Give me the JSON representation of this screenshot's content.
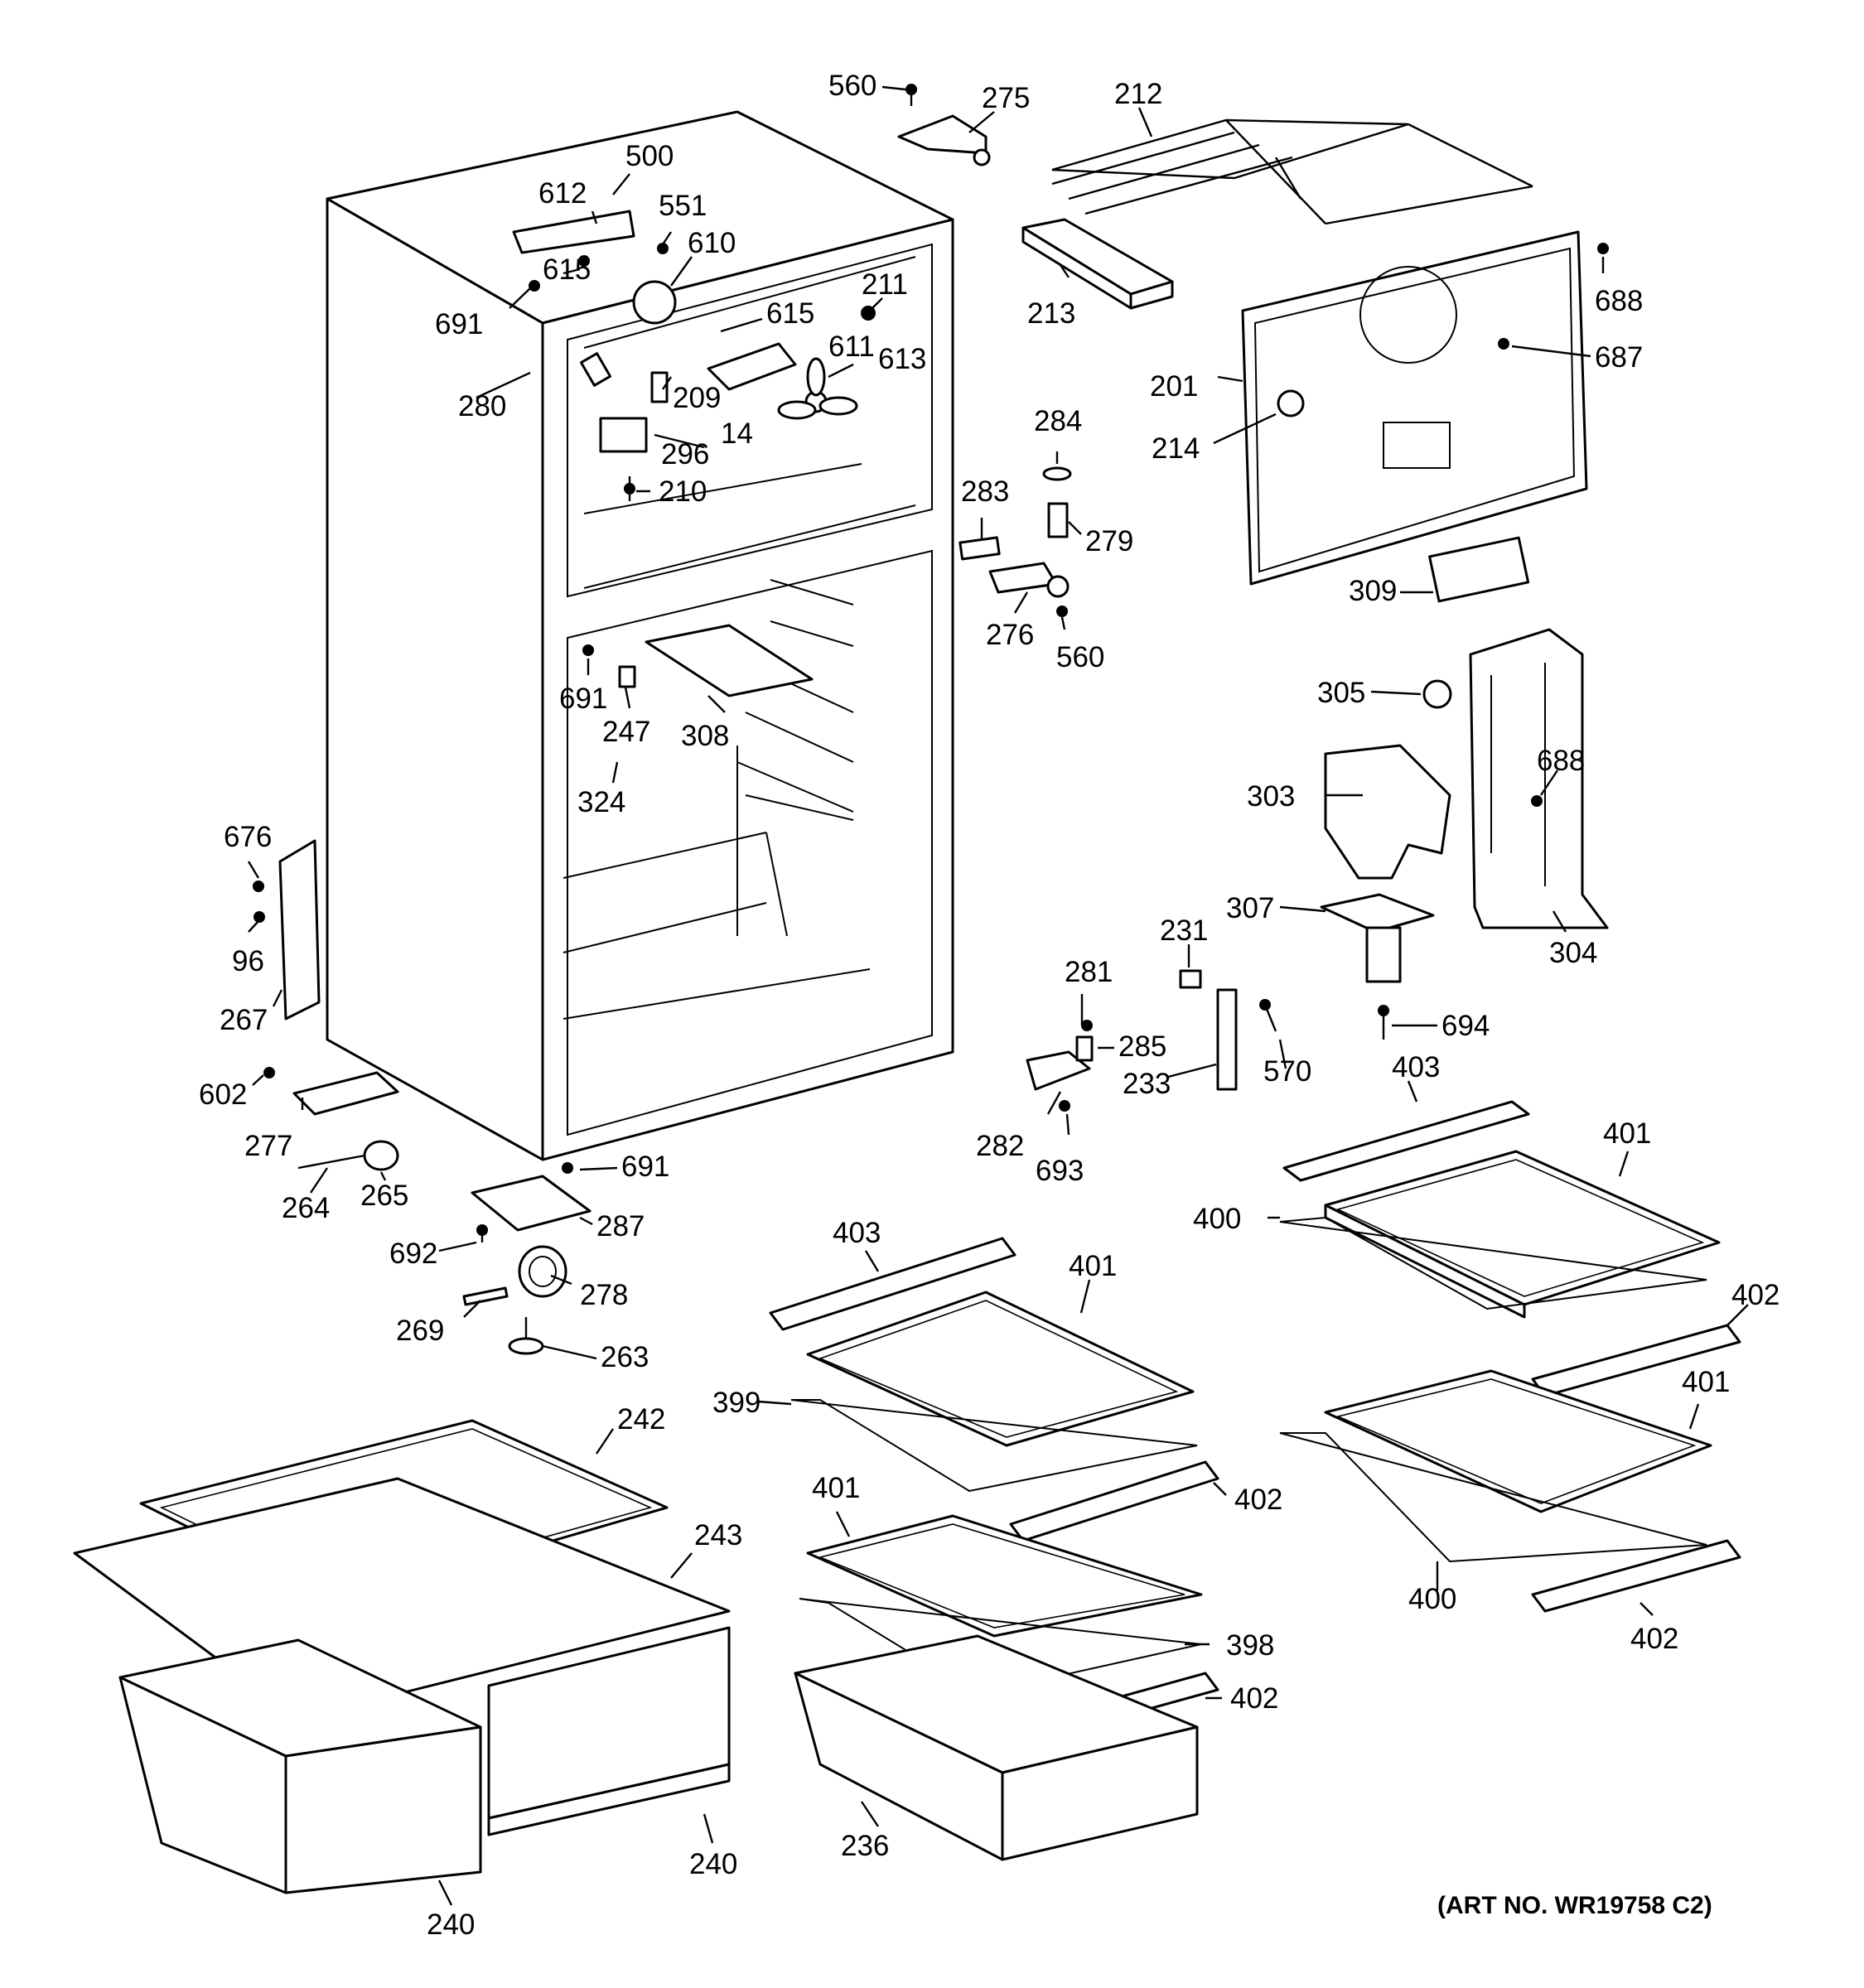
{
  "art_number": "(ART NO. WR19758 C2)",
  "callouts": {
    "c560a": "560",
    "c275": "275",
    "c212": "212",
    "c500": "500",
    "c612": "612",
    "c551": "551",
    "c610": "610",
    "c615a": "615",
    "c691a": "691",
    "c211": "211",
    "c615b": "615",
    "c611": "611",
    "c613": "613",
    "c280": "280",
    "c209": "209",
    "c14": "14",
    "c296": "296",
    "c210": "210",
    "c213": "213",
    "c688a": "688",
    "c687": "687",
    "c201": "201",
    "c214": "214",
    "c284": "284",
    "c283": "283",
    "c279": "279",
    "c276": "276",
    "c560b": "560",
    "c309": "309",
    "c691b": "691",
    "c247": "247",
    "c308": "308",
    "c324": "324",
    "c305": "305",
    "c688b": "688",
    "c303": "303",
    "c676": "676",
    "c96": "96",
    "c267": "267",
    "c307": "307",
    "c304": "304",
    "c231": "231",
    "c281": "281",
    "c285": "285",
    "c233": "233",
    "c570": "570",
    "c694": "694",
    "c602": "602",
    "c277": "277",
    "c282": "282",
    "c693": "693",
    "c403a": "403",
    "c401a": "401",
    "c264": "264",
    "c265": "265",
    "c691c": "691",
    "c400a": "400",
    "c287": "287",
    "c692": "692",
    "c403b": "403",
    "c401b": "401",
    "c278": "278",
    "c402a": "402",
    "c269": "269",
    "c263": "263",
    "c401c": "401",
    "c399": "399",
    "c242": "242",
    "c402b": "402",
    "c401d": "401",
    "c243": "243",
    "c400b": "400",
    "c398": "398",
    "c402c": "402",
    "c402d": "402",
    "c236": "236",
    "c240a": "240",
    "c240b": "240"
  }
}
